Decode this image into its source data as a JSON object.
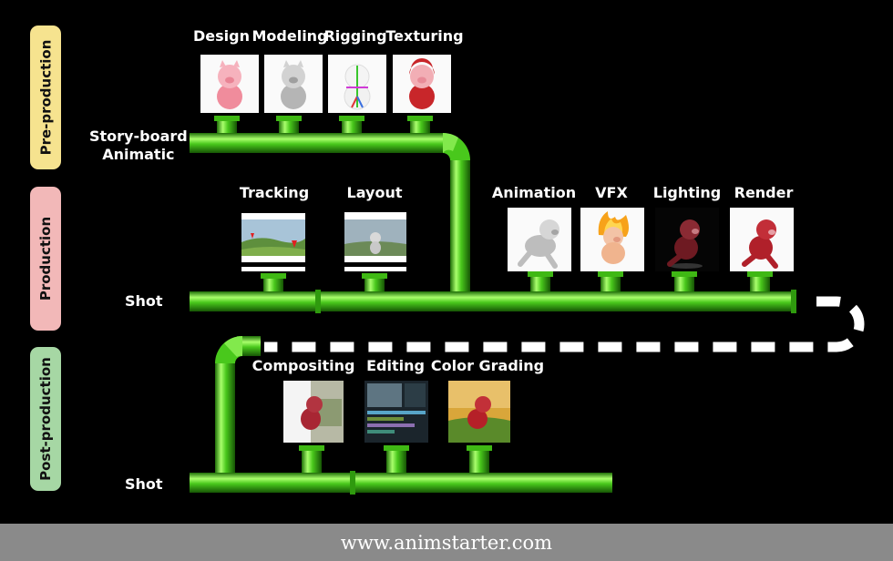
{
  "stages": [
    {
      "id": "pre",
      "label": "Pre-production",
      "color": "#f6e38f"
    },
    {
      "id": "prod",
      "label": "Production",
      "color": "#f2b8b8"
    },
    {
      "id": "post",
      "label": "Post-production",
      "color": "#a6d7a4"
    }
  ],
  "tracks": {
    "pre": {
      "line1": "Story-board",
      "line2": "Animatic"
    },
    "prod": "Shot",
    "post": "Shot"
  },
  "steps": {
    "pre": [
      "Design",
      "Modeling",
      "Rigging",
      "Texturing"
    ],
    "prod_left": [
      "Tracking",
      "Layout"
    ],
    "prod_right": [
      "Animation",
      "VFX",
      "Lighting",
      "Render"
    ],
    "post": [
      "Compositing",
      "Editing",
      "Color Grading"
    ]
  },
  "footer": "www.animstarter.com",
  "colors": {
    "pipe": "#49c81c",
    "pipe_light": "#a9ff6c",
    "pipe_dark": "#1f6e08",
    "dash": "#ffffff"
  }
}
